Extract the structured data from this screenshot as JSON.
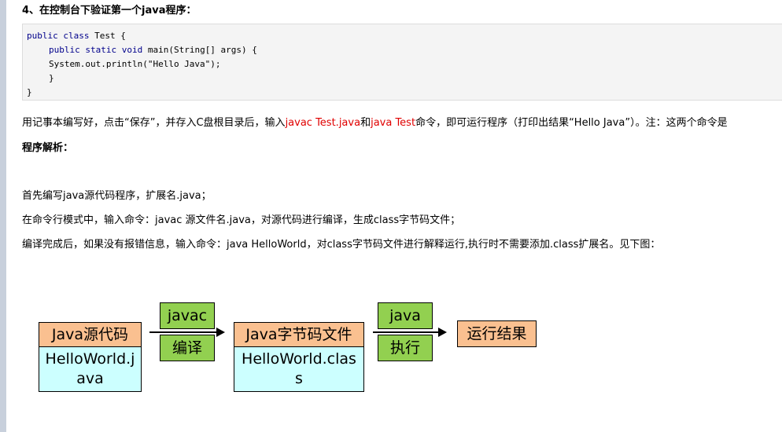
{
  "heading": "4、在控制台下验证第一个java程序：",
  "code": {
    "line1_kw": "public class",
    "line1_rest": " Test {",
    "line2_kw": "public static void",
    "line2_rest": " main(String[] args) {",
    "line3": "System.out.println(\"Hello Java\");",
    "line4": "}",
    "line5": "}"
  },
  "para1": {
    "a": "用记事本编写好，点击“保存”，并存入C盘根目录后，输入",
    "cmd1": "javac Test.java",
    "b": "和",
    "cmd2": "java Test",
    "c": "命令，即可运行程序（打印出结果“Hello Java”）。注：这两个命令是"
  },
  "analysis_title": "程序解析：",
  "steps": [
    "首先编写java源代码程序，扩展名.java；",
    "在命令行模式中，输入命令：javac 源文件名.java，对源代码进行编译，生成class字节码文件；",
    "编译完成后，如果没有报错信息，输入命令：java HelloWorld，对class字节码文件进行解释运行,执行时不需要添加.class扩展名。见下图："
  ],
  "diagram": {
    "source_title": "Java源代码",
    "source_file_1": "HelloWorld.j",
    "source_file_2": "ava",
    "compile_cmd": "javac",
    "compile_label": "编译",
    "bytecode_title": "Java字节码文件",
    "bytecode_file_1": "HelloWorld.clas",
    "bytecode_file_2": "s",
    "run_cmd": "java",
    "run_label": "执行",
    "result": "运行结果"
  }
}
